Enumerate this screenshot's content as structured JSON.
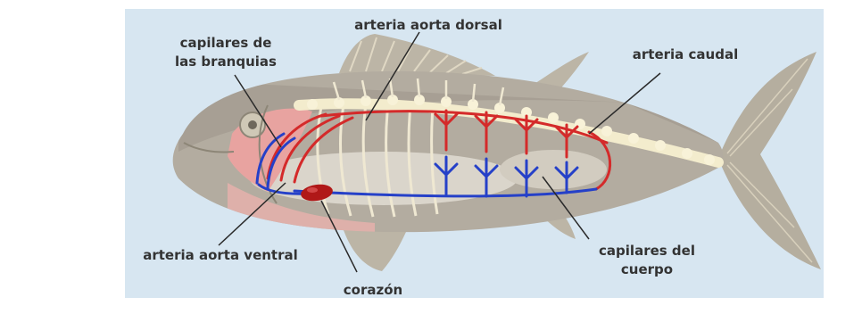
{
  "labels": {
    "dorsal_aorta": "arteria aorta dorsal",
    "gill_capillaries_line1": "capilares de",
    "gill_capillaries_line2": "las branquias",
    "caudal_artery": "arteria caudal",
    "ventral_aorta": "arteria aorta ventral",
    "heart": "corazón",
    "body_capillaries_line1": "capilares del",
    "body_capillaries_line2": "cuerpo"
  },
  "colors": {
    "panel_background": "#d7e6f1",
    "arterial_blood": "#d42a2a",
    "venous_blood": "#2540c8",
    "heart": "#b01818",
    "fish_body": "#b3aca0",
    "skeleton": "#f3eccd",
    "label_text": "#333333"
  }
}
